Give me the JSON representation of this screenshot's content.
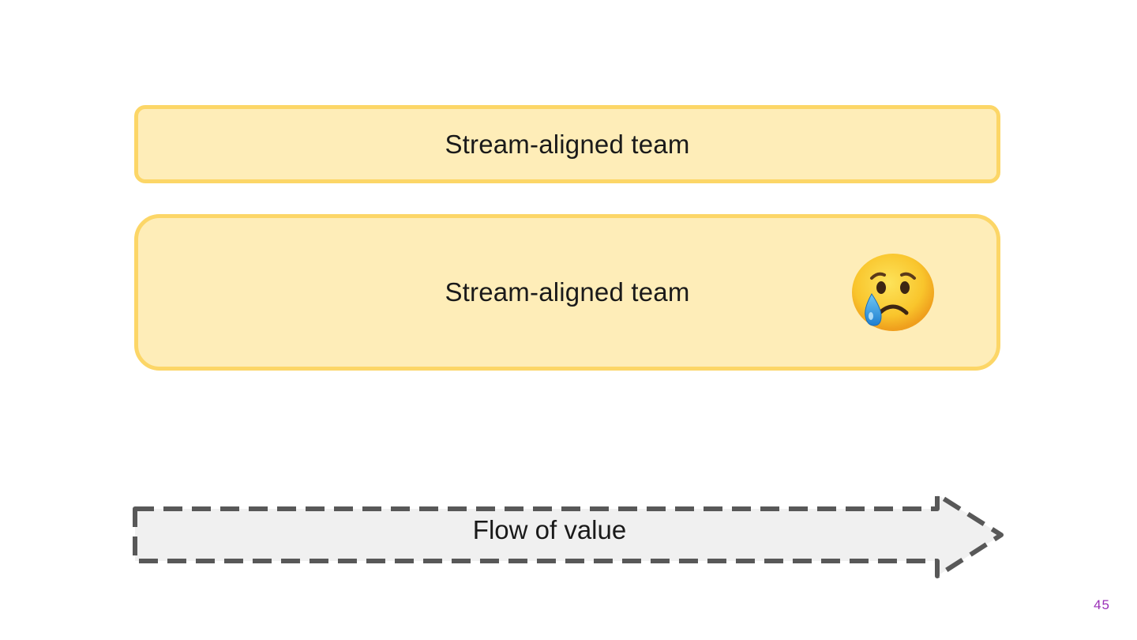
{
  "teams": [
    {
      "label": "Stream-aligned team"
    },
    {
      "label": "Stream-aligned team",
      "icon": "crying-face-icon"
    }
  ],
  "flow": {
    "label": "Flow of value"
  },
  "page_number": "45",
  "colors": {
    "team_fill": "#feedb8",
    "team_border": "#fcd667",
    "flow_fill": "#f0f0f0",
    "flow_border": "#585858",
    "page_number": "#9b30b8"
  }
}
